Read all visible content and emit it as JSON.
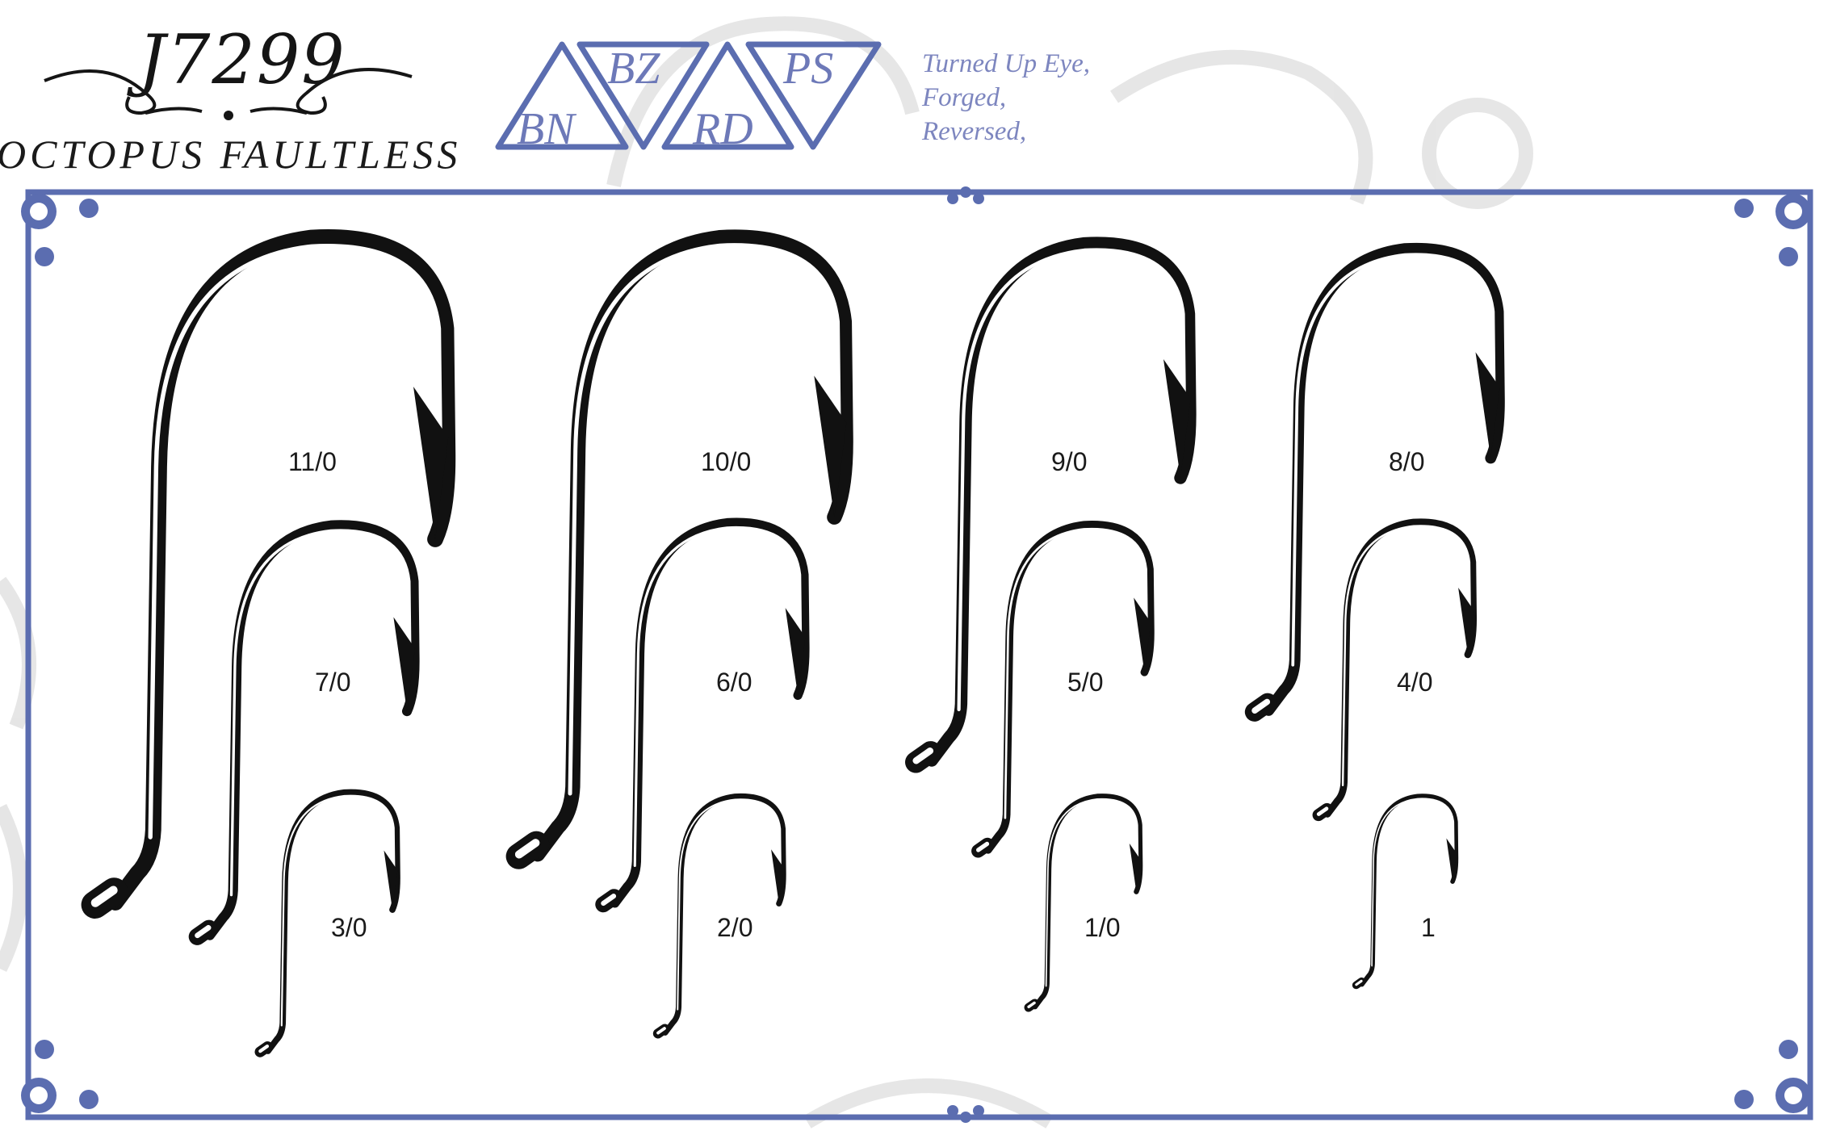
{
  "header": {
    "model_number": "J7299",
    "product_name": "OCTOPUS FAULTLESS"
  },
  "finishes": [
    {
      "code": "BN"
    },
    {
      "code": "BZ"
    },
    {
      "code": "RD"
    },
    {
      "code": "PS"
    }
  ],
  "features": [
    "Turned Up Eye,",
    "Forged,",
    "Reversed,"
  ],
  "hooks": [
    {
      "size": "11/0",
      "scale": 1.0
    },
    {
      "size": "10/0",
      "scale": 0.94
    },
    {
      "size": "9/0",
      "scale": 0.89
    },
    {
      "size": "8/0",
      "scale": 0.84
    },
    {
      "size": "7/0",
      "scale": 0.73
    },
    {
      "size": "6/0",
      "scale": 0.69
    },
    {
      "size": "5/0",
      "scale": 0.65
    },
    {
      "size": "4/0",
      "scale": 0.61
    },
    {
      "size": "3/0",
      "scale": 0.53
    },
    {
      "size": "2/0",
      "scale": 0.49
    },
    {
      "size": "1/0",
      "scale": 0.46
    },
    {
      "size": "1",
      "scale": 0.42
    }
  ],
  "colors": {
    "frame": "#5b6db0",
    "finish_badges": "#5b6db0",
    "feature_text": "#7d86bf",
    "hook_ink": "#111111",
    "watermark": "#e3e3e3"
  }
}
